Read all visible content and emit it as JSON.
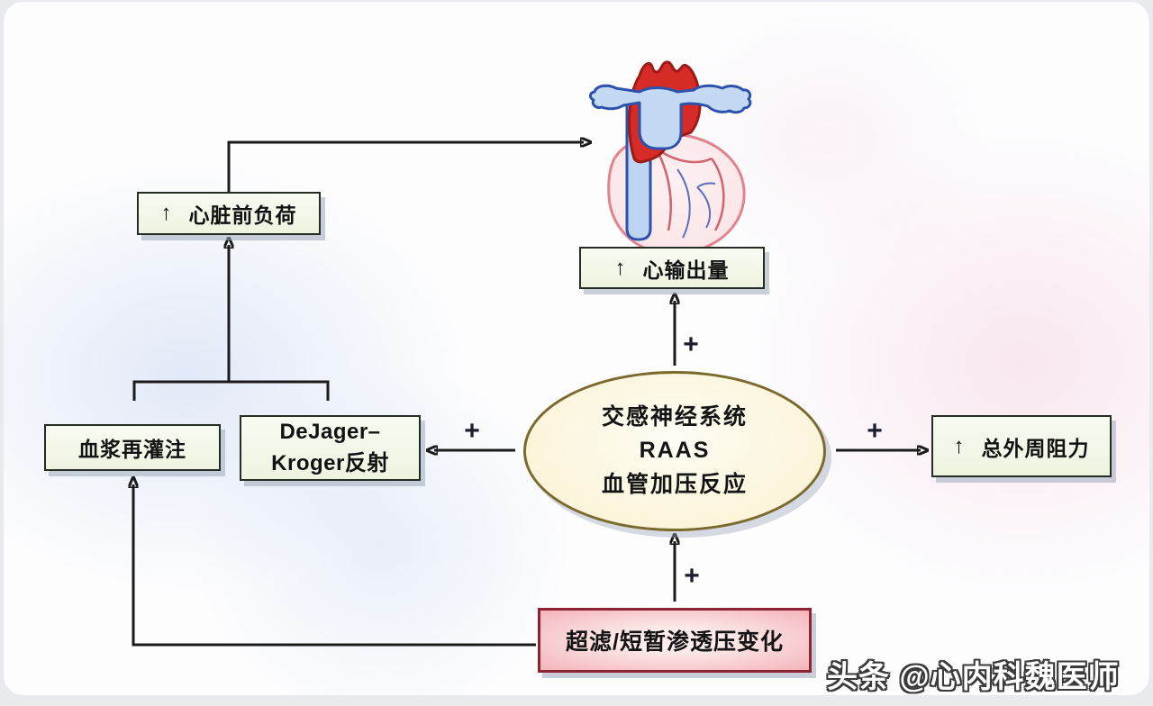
{
  "diagram": {
    "watermark": "头条 @心内科魏医师",
    "nodes": {
      "preload": {
        "prefix": "↑",
        "label": "心脏前负荷"
      },
      "cardiac_output": {
        "prefix": "↑",
        "label": "心输出量"
      },
      "center_ellipse": {
        "lines": [
          "交感神经系统",
          "RAAS",
          "血管加压反应"
        ]
      },
      "plasma_refill": {
        "label": "血浆再灌注"
      },
      "dejager_kroger": {
        "line1": "DeJager–",
        "line2": "Kroger反射"
      },
      "peripheral_resistance": {
        "prefix": "↑",
        "label": "总外周阻力"
      },
      "ultrafiltration": {
        "label": "超滤/短暂渗透压变化"
      }
    },
    "plus_labels": {
      "to_cardiac_output": "+",
      "to_dejager": "+",
      "to_resistance": "+",
      "from_ultrafiltration": "+"
    }
  },
  "colors": {
    "arrow": "#1b1b1b",
    "box_fill": "#eef3e0",
    "box_border": "#232d23",
    "ellipse_fill": "#fbf4d8",
    "ellipse_border": "#7a6a2e",
    "pink_fill": "#f4b4ba",
    "pink_border": "#8e2333",
    "heart_red": "#d62b26",
    "heart_blue": "#c3d9f4",
    "heart_body": "#fbe7e9"
  }
}
